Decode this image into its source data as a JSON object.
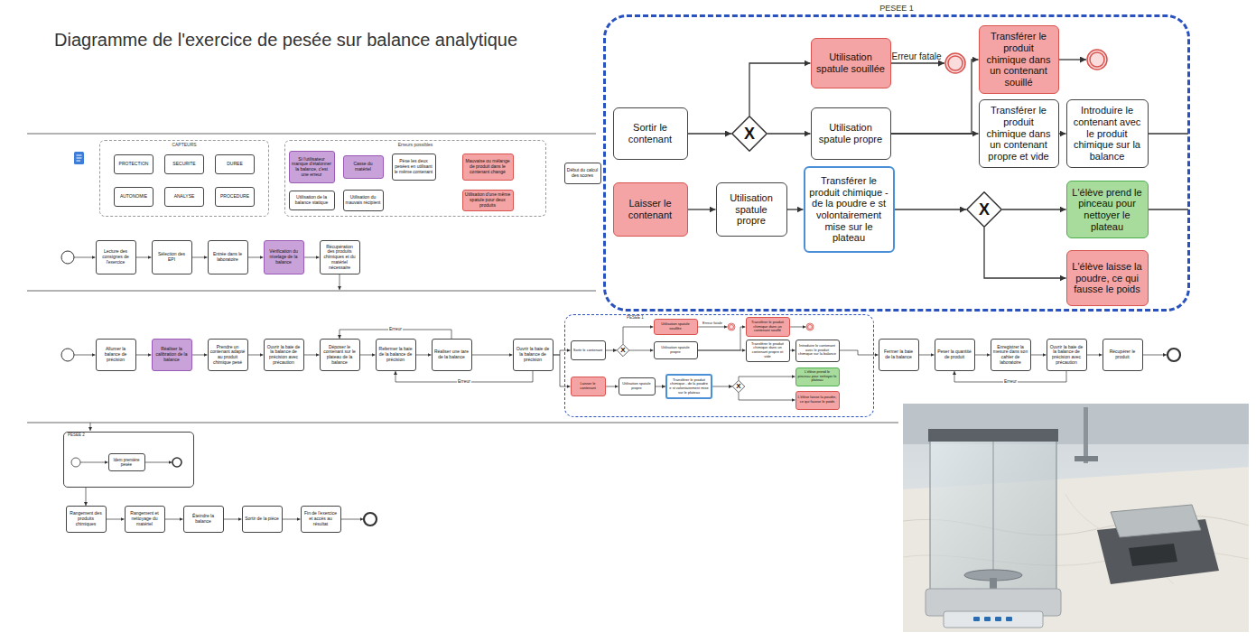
{
  "diagram": {
    "title": "Diagramme de l'exercice de pesée sur balance analytique",
    "nodes": [
      {
        "text": [
          "CAPTEURS"
        ]
      },
      {
        "text": [
          "PROTECTION"
        ],
        "in": 0
      },
      {
        "text": [
          "SECURITE"
        ],
        "in": 0
      },
      {
        "text": [
          "DUREE"
        ],
        "in": 0
      },
      {
        "text": [
          "AUTONOMIE"
        ],
        "in": 0
      },
      {
        "text": [
          "ANALYSE"
        ],
        "in": 0
      },
      {
        "text": [
          "PROCEDURE"
        ],
        "in": 0
      },
      {
        "text": [
          "Erreurs possibles"
        ]
      },
      {
        "text": [
          "Si l'utilisateur manque d'étalonner la balance, c'est une erreur"
        ],
        "in": 7
      },
      {
        "text": [
          "Casse du matériel"
        ],
        "in": 7
      },
      {
        "text": [
          "Pèse les deux pesées en utilisant le même contenant"
        ],
        "in": 7
      },
      {
        "text": [
          "Mauvaise ou mélange de produit dans le contenant changé"
        ],
        "in": 7
      },
      {
        "text": [
          "Utilisation de la balance statique"
        ],
        "in": 7
      },
      {
        "text": [
          "Utilisation du mauvais récipient"
        ],
        "in": 7
      },
      {
        "text": [
          "Utilisation d'une même spatule pour deux produits"
        ],
        "in": 7
      },
      {
        "text": [
          "Début du calcul des scores"
        ]
      },
      {
        "text": [
          "Lecture des consignes de l'exercice"
        ]
      },
      {
        "text": [
          "Sélection des EPI"
        ]
      },
      {
        "text": [
          "Entrée dans le laboratoire"
        ]
      },
      {
        "text": [
          "Vérification du nivelage de la balance"
        ]
      },
      {
        "text": [
          "Récupération des produits chimiques et du matériel nécessaire"
        ]
      },
      {
        "text": [
          "PESEE 1"
        ]
      },
      {
        "text": [
          "Sortir le contenant"
        ],
        "in": 21
      },
      {
        "text": [
          "Laisser le contenant"
        ],
        "in": 21
      },
      {
        "text": [
          "X"
        ],
        "in": 21
      },
      {
        "text": [
          "Utilisation spatule souillée"
        ],
        "in": 21
      },
      {
        "text": [
          "Utilisation spatule propre"
        ],
        "in": 21
      },
      {
        "text": [
          "Utilisation spatule propre"
        ],
        "in": 21
      },
      {
        "text": [
          "Transférer le produit chimique - de la poudre e st volontairement mise sur le plateau"
        ],
        "in": 21
      },
      {
        "text": [
          "Transférer le produit chimique dans un contenant souillé"
        ],
        "in": 21
      },
      {
        "text": [
          "Transférer le produit chimique dans un contenant propre et vide"
        ],
        "in": 21
      },
      {
        "text": [
          "Introduire le contenant avec le produit chimique sur la balance"
        ],
        "in": 21
      },
      {
        "text": [
          "X"
        ],
        "in": 21
      },
      {
        "text": [
          "L'élève prend le pinceau pour nettoyer le plateau"
        ],
        "in": 21
      },
      {
        "text": [
          "L'élève laisse la poudre, ce qui fausse le poids"
        ],
        "in": 21
      },
      {
        "text": [
          "Allumer la balance de précision"
        ]
      },
      {
        "text": [
          "Réaliser la calibration de la balance"
        ]
      },
      {
        "text": [
          "Prendre un contenant adapté au produit chimique pesé"
        ]
      },
      {
        "text": [
          "Ouvrir la baie de la balance de précision avec précaution"
        ]
      },
      {
        "text": [
          "Déposer le contenant sur le plateau de la balance"
        ]
      },
      {
        "text": [
          "Refermer la baie de la balance de précision"
        ]
      },
      {
        "text": [
          "Réaliser une tare de la balance"
        ]
      },
      {
        "text": [
          "Ouvrir la baie de la balance de précision"
        ]
      },
      {
        "text": [
          "PESEE 1"
        ]
      },
      {
        "text": [
          "Sortir le contenant"
        ],
        "in": 43
      },
      {
        "text": [
          "Laisser le contenant"
        ],
        "in": 43
      },
      {
        "text": [
          "X"
        ],
        "in": 43
      },
      {
        "text": [
          "Utilisation spatule souillée"
        ],
        "in": 43
      },
      {
        "text": [
          "Utilisation spatule propre"
        ],
        "in": 43
      },
      {
        "text": [
          "Utilisation spatule propre"
        ],
        "in": 43
      },
      {
        "text": [
          "Transférer le produit chimique - de la poudre e st volontairement mise sur le plateau"
        ],
        "in": 43
      },
      {
        "text": [
          "Transférer le produit chimique dans un contenant souillé"
        ],
        "in": 43
      },
      {
        "text": [
          "Transférer le produit chimique dans un contenant propre et vide"
        ],
        "in": 43
      },
      {
        "text": [
          "Introduire le contenant avec le produit chimique sur la balance"
        ],
        "in": 43
      },
      {
        "text": [
          "X"
        ],
        "in": 43
      },
      {
        "text": [
          "L'élève prend le pinceau pour nettoyer le plateau"
        ],
        "in": 43
      },
      {
        "text": [
          "L'élève laisse la poudre, ce qui fausse le poids"
        ],
        "in": 43
      },
      {
        "text": [
          "Fermer la baie de la balance"
        ]
      },
      {
        "text": [
          "Peser la quantité de produit"
        ]
      },
      {
        "text": [
          "Enregistrer la mesure dans son cahier de laboratoire"
        ]
      },
      {
        "text": [
          "Ouvrir la baie de la balance de précision avec précaution"
        ]
      },
      {
        "text": [
          "Récupérer le produit"
        ]
      },
      {
        "text": [
          "PESEE 2"
        ]
      },
      {
        "text": [
          "Idem première pesée"
        ],
        "in": 62
      },
      {
        "text": [
          "Rangement des produits chimiques"
        ]
      },
      {
        "text": [
          "Rangement et nettoyage du matériel"
        ]
      },
      {
        "text": [
          "Éteindre la balance"
        ]
      },
      {
        "text": [
          "Sortir de la pièce"
        ]
      },
      {
        "text": [
          "Fin de l'exercice et accès au résultat"
        ]
      }
    ],
    "edges": [
      {
        "from": 16,
        "to": 17,
        "arrow": "to"
      },
      {
        "from": 17,
        "to": 18,
        "arrow": "to"
      },
      {
        "from": 18,
        "to": 19,
        "arrow": "to"
      },
      {
        "from": 19,
        "to": 20,
        "arrow": "to"
      },
      {
        "from": 22,
        "to": 24,
        "arrow": "to"
      },
      {
        "from": 24,
        "to": 25,
        "arrow": "to"
      },
      {
        "from": 24,
        "to": 26,
        "arrow": "to"
      },
      {
        "from": 26,
        "to": 29,
        "arrow": "to"
      },
      {
        "from": 26,
        "to": 30,
        "arrow": "to"
      },
      {
        "from": 30,
        "to": 31,
        "arrow": "to"
      },
      {
        "from": 23,
        "to": 27,
        "arrow": "to"
      },
      {
        "from": 27,
        "to": 28,
        "arrow": "to"
      },
      {
        "from": 28,
        "to": 32,
        "arrow": "to"
      },
      {
        "from": 32,
        "to": 33,
        "arrow": "to"
      },
      {
        "from": 32,
        "to": 34,
        "arrow": "to"
      },
      {
        "from": 35,
        "to": 36,
        "arrow": "to"
      },
      {
        "from": 36,
        "to": 37,
        "arrow": "to"
      },
      {
        "from": 37,
        "to": 38,
        "arrow": "to"
      },
      {
        "from": 38,
        "to": 39,
        "arrow": "to"
      },
      {
        "from": 39,
        "to": 40,
        "arrow": "to"
      },
      {
        "from": 40,
        "to": 41,
        "arrow": "to"
      },
      {
        "from": 41,
        "to": 42,
        "arrow": "to"
      },
      {
        "from": 41,
        "to": 39,
        "label": "Erreur",
        "arrow": "to"
      },
      {
        "from": 42,
        "to": 40,
        "label": "Erreur",
        "arrow": "to"
      },
      {
        "from": 42,
        "to": 44,
        "arrow": "to"
      },
      {
        "from": 42,
        "to": 45,
        "arrow": "to"
      },
      {
        "from": 44,
        "to": 46,
        "arrow": "to"
      },
      {
        "from": 46,
        "to": 47,
        "arrow": "to"
      },
      {
        "from": 46,
        "to": 48,
        "arrow": "to"
      },
      {
        "from": 48,
        "to": 51,
        "arrow": "to"
      },
      {
        "from": 48,
        "to": 52,
        "arrow": "to"
      },
      {
        "from": 52,
        "to": 53,
        "arrow": "to"
      },
      {
        "from": 45,
        "to": 49,
        "arrow": "to"
      },
      {
        "from": 49,
        "to": 50,
        "arrow": "to"
      },
      {
        "from": 50,
        "to": 54,
        "arrow": "to"
      },
      {
        "from": 54,
        "to": 55,
        "arrow": "to"
      },
      {
        "from": 54,
        "to": 56,
        "arrow": "to"
      },
      {
        "from": 53,
        "to": 57,
        "arrow": "to"
      },
      {
        "from": 57,
        "to": 58,
        "arrow": "to"
      },
      {
        "from": 58,
        "to": 59,
        "arrow": "to"
      },
      {
        "from": 59,
        "to": 60,
        "arrow": "to"
      },
      {
        "from": 60,
        "to": 61,
        "arrow": "to"
      },
      {
        "from": 60,
        "to": 58,
        "label": "Erreur",
        "arrow": "to"
      },
      {
        "from": 62,
        "to": 64,
        "arrow": "to"
      },
      {
        "from": 64,
        "to": 65,
        "arrow": "to"
      },
      {
        "from": 65,
        "to": 66,
        "arrow": "to"
      },
      {
        "from": 66,
        "to": 67,
        "arrow": "to"
      },
      {
        "from": 67,
        "to": 68,
        "arrow": "to"
      }
    ],
    "labels": [
      "Erreur fatale",
      "Erreur fatale"
    ]
  }
}
